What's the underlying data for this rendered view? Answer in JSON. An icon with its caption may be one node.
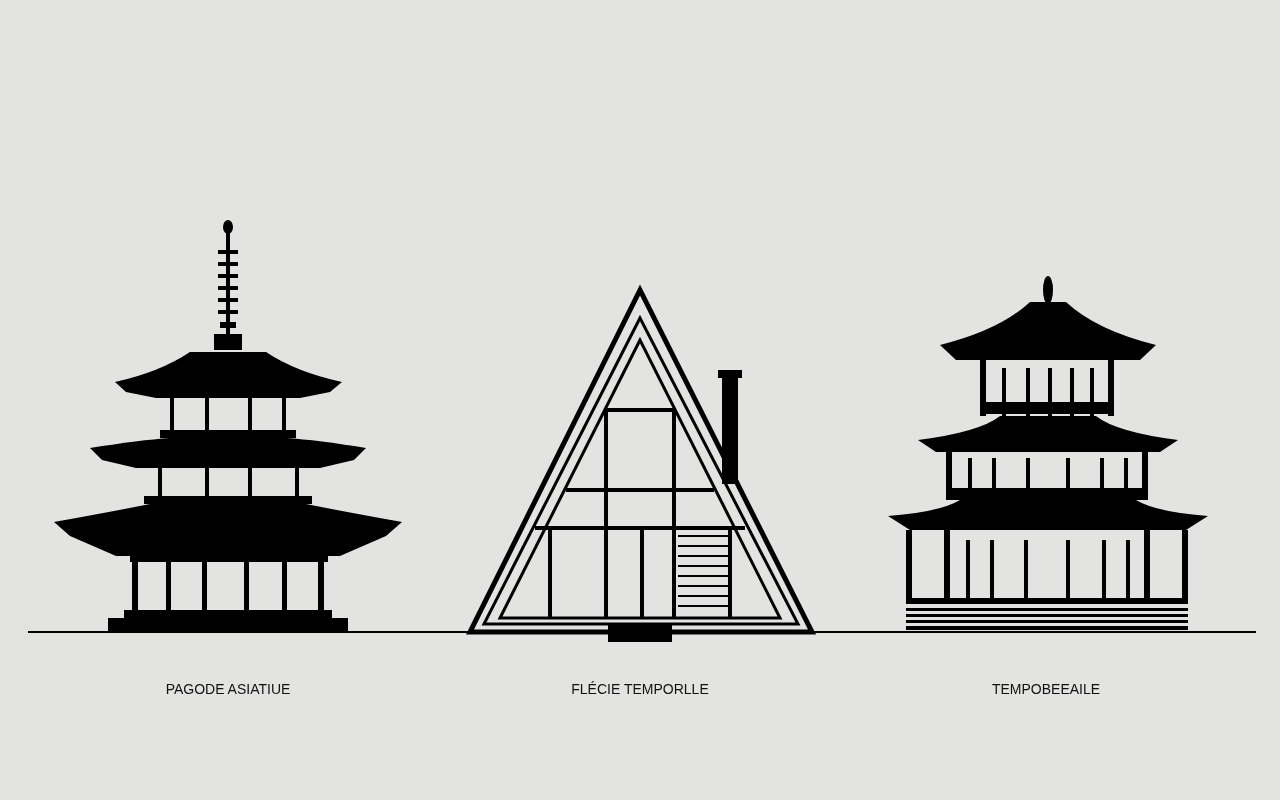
{
  "diagram": {
    "labels": [
      "PAGODE ASIATIUE",
      "FLÉCIE TEMPORLLE",
      "TEMPOBEEAILE"
    ]
  }
}
